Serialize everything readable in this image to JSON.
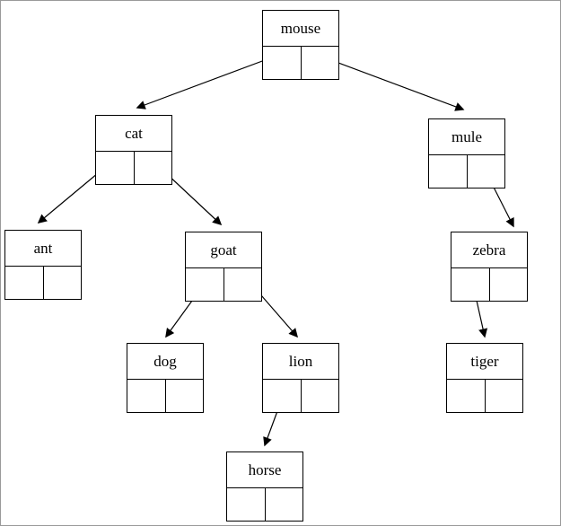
{
  "diagram": {
    "kind": "binary-search-tree",
    "colors": {
      "node_border": "#000000",
      "edge_line": "#000000",
      "background": "#ffffff"
    },
    "nodes": [
      {
        "id": "mouse",
        "label": "mouse"
      },
      {
        "id": "cat",
        "label": "cat"
      },
      {
        "id": "mule",
        "label": "mule"
      },
      {
        "id": "ant",
        "label": "ant"
      },
      {
        "id": "goat",
        "label": "goat"
      },
      {
        "id": "zebra",
        "label": "zebra"
      },
      {
        "id": "dog",
        "label": "dog"
      },
      {
        "id": "lion",
        "label": "lion"
      },
      {
        "id": "tiger",
        "label": "tiger"
      },
      {
        "id": "horse",
        "label": "horse"
      }
    ],
    "edges": [
      {
        "from": "mouse",
        "slot": "left",
        "to": "cat"
      },
      {
        "from": "mouse",
        "slot": "right",
        "to": "mule"
      },
      {
        "from": "cat",
        "slot": "left",
        "to": "ant"
      },
      {
        "from": "cat",
        "slot": "right",
        "to": "goat"
      },
      {
        "from": "mule",
        "slot": "right",
        "to": "zebra"
      },
      {
        "from": "goat",
        "slot": "left",
        "to": "dog"
      },
      {
        "from": "goat",
        "slot": "right",
        "to": "lion"
      },
      {
        "from": "lion",
        "slot": "left",
        "to": "horse"
      },
      {
        "from": "zebra",
        "slot": "left",
        "to": "tiger"
      }
    ]
  }
}
